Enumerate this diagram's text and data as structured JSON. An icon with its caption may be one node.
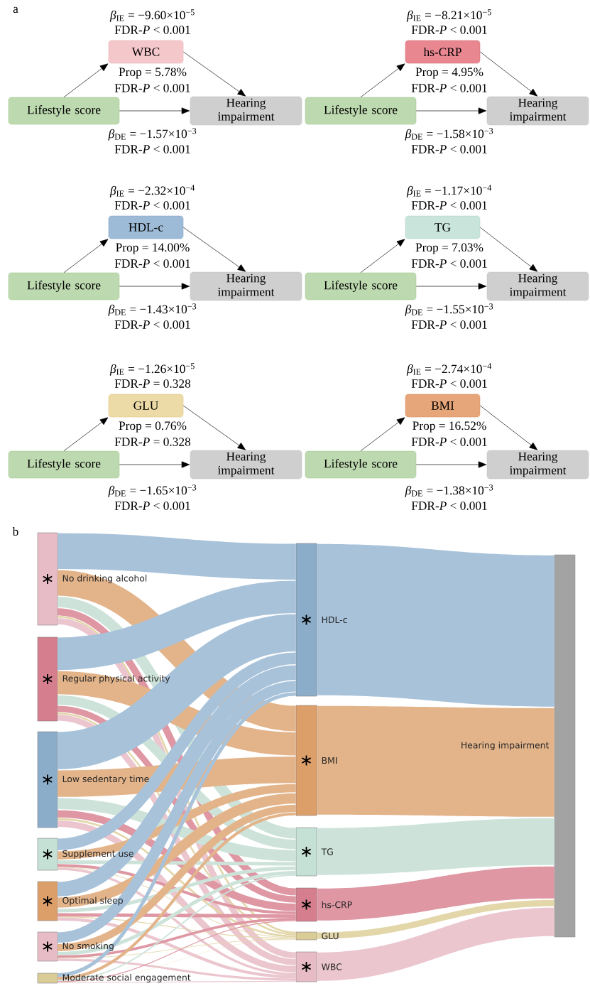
{
  "diagram": {
    "nodes": [
      {
        "text": [
          "Lifestyle score"
        ]
      },
      {
        "text": [
          "WBC"
        ]
      },
      {
        "text": [
          "Hearing impairment"
        ]
      },
      {
        "text": [
          "Lifestyle score"
        ]
      },
      {
        "text": [
          "hs-CRP"
        ]
      },
      {
        "text": [
          "Hearing impairment"
        ]
      },
      {
        "text": [
          "Lifestyle score"
        ]
      },
      {
        "text": [
          "HDL-c"
        ]
      },
      {
        "text": [
          "Hearing impairment"
        ]
      },
      {
        "text": [
          "Lifestyle score"
        ]
      },
      {
        "text": [
          "TG"
        ]
      },
      {
        "text": [
          "Hearing impairment"
        ]
      },
      {
        "text": [
          "Lifestyle score"
        ]
      },
      {
        "text": [
          "GLU"
        ]
      },
      {
        "text": [
          "Hearing impairment"
        ]
      },
      {
        "text": [
          "Lifestyle score"
        ]
      },
      {
        "text": [
          "BMI"
        ]
      },
      {
        "text": [
          "Hearing impairment"
        ]
      },
      {
        "text": [
          "∗"
        ],
        "beside": [
          "No drinking alcohol"
        ]
      },
      {
        "text": [
          "∗"
        ],
        "beside": [
          "Regular physical activity"
        ]
      },
      {
        "text": [
          "∗"
        ],
        "beside": [
          "Low sedentary time"
        ]
      },
      {
        "text": [
          "∗"
        ],
        "beside": [
          "Supplement use"
        ]
      },
      {
        "text": [
          "∗"
        ],
        "beside": [
          "Optimal sleep"
        ]
      },
      {
        "text": [
          "∗"
        ],
        "beside": [
          "No smoking"
        ]
      },
      {
        "text": [],
        "shape": "bar",
        "beside": [
          "Moderate social engagement"
        ]
      },
      {
        "text": [
          "∗"
        ],
        "beside": [
          "HDL-c"
        ]
      },
      {
        "text": [
          "∗"
        ],
        "beside": [
          "BMI"
        ]
      },
      {
        "text": [
          "∗"
        ],
        "beside": [
          "TG"
        ]
      },
      {
        "text": [
          "∗"
        ],
        "beside": [
          "hs-CRP"
        ]
      },
      {
        "text": [],
        "shape": "bar",
        "beside": [
          "GLU"
        ]
      },
      {
        "text": [
          "∗"
        ],
        "beside": [
          "WBC"
        ]
      },
      {
        "text": [],
        "shape": "bar",
        "beside": [
          "Hearing impairment"
        ]
      }
    ],
    "edges": [
      {
        "from": 0,
        "to": 1,
        "arrow": "to"
      },
      {
        "from": 1,
        "to": 2,
        "arrow": "to"
      },
      {
        "from": 0,
        "to": 2,
        "arrow": "to"
      },
      {
        "from": 3,
        "to": 4,
        "arrow": "to"
      },
      {
        "from": 4,
        "to": 5,
        "arrow": "to"
      },
      {
        "from": 3,
        "to": 5,
        "arrow": "to"
      },
      {
        "from": 6,
        "to": 7,
        "arrow": "to"
      },
      {
        "from": 7,
        "to": 8,
        "arrow": "to"
      },
      {
        "from": 6,
        "to": 8,
        "arrow": "to"
      },
      {
        "from": 9,
        "to": 10,
        "arrow": "to"
      },
      {
        "from": 10,
        "to": 11,
        "arrow": "to"
      },
      {
        "from": 9,
        "to": 11,
        "arrow": "to"
      },
      {
        "from": 12,
        "to": 13,
        "arrow": "to"
      },
      {
        "from": 13,
        "to": 14,
        "arrow": "to"
      },
      {
        "from": 12,
        "to": 14,
        "arrow": "to"
      },
      {
        "from": 15,
        "to": 16,
        "arrow": "to"
      },
      {
        "from": 16,
        "to": 17,
        "arrow": "to"
      },
      {
        "from": 15,
        "to": 17,
        "arrow": "to"
      },
      {
        "from": 18,
        "to": 25,
        "arrow": "none",
        "style": "thick",
        "color": "#a8c2da"
      },
      {
        "from": 18,
        "to": 26,
        "arrow": "none",
        "style": "thick",
        "color": "#e3b48a"
      },
      {
        "from": 18,
        "to": 27,
        "arrow": "none",
        "style": "thick",
        "color": "#cde3da"
      },
      {
        "from": 18,
        "to": 28,
        "arrow": "none",
        "style": "thick",
        "color": "#de97a3"
      },
      {
        "from": 18,
        "to": 29,
        "arrow": "none",
        "color": "#e3d6a9"
      },
      {
        "from": 18,
        "to": 30,
        "arrow": "none",
        "style": "thick",
        "color": "#ebc6cf"
      },
      {
        "from": 19,
        "to": 25,
        "arrow": "none",
        "style": "thick",
        "color": "#a8c2da"
      },
      {
        "from": 19,
        "to": 26,
        "arrow": "none",
        "style": "thick",
        "color": "#e3b48a"
      },
      {
        "from": 19,
        "to": 27,
        "arrow": "none",
        "style": "thick",
        "color": "#cde3da"
      },
      {
        "from": 19,
        "to": 28,
        "arrow": "none",
        "style": "thick",
        "color": "#de97a3"
      },
      {
        "from": 19,
        "to": 29,
        "arrow": "none",
        "color": "#e3d6a9"
      },
      {
        "from": 19,
        "to": 30,
        "arrow": "none",
        "style": "thick",
        "color": "#ebc6cf"
      },
      {
        "from": 20,
        "to": 25,
        "arrow": "none",
        "style": "thick",
        "color": "#a8c2da"
      },
      {
        "from": 20,
        "to": 26,
        "arrow": "none",
        "style": "thick",
        "color": "#e3b48a"
      },
      {
        "from": 20,
        "to": 27,
        "arrow": "none",
        "style": "thick",
        "color": "#cde3da"
      },
      {
        "from": 20,
        "to": 28,
        "arrow": "none",
        "style": "thick",
        "color": "#de97a3"
      },
      {
        "from": 20,
        "to": 29,
        "arrow": "none",
        "color": "#e3d6a9"
      },
      {
        "from": 20,
        "to": 30,
        "arrow": "none",
        "style": "thick",
        "color": "#ebc6cf"
      },
      {
        "from": 21,
        "to": 25,
        "arrow": "none",
        "style": "thick",
        "color": "#a8c2da"
      },
      {
        "from": 21,
        "to": 26,
        "arrow": "none",
        "style": "thick",
        "color": "#e3b48a"
      },
      {
        "from": 21,
        "to": 27,
        "arrow": "none",
        "color": "#cde3da"
      },
      {
        "from": 21,
        "to": 28,
        "arrow": "none",
        "color": "#de97a3"
      },
      {
        "from": 21,
        "to": 29,
        "arrow": "none",
        "color": "#e3d6a9"
      },
      {
        "from": 21,
        "to": 30,
        "arrow": "none",
        "color": "#ebc6cf"
      },
      {
        "from": 22,
        "to": 25,
        "arrow": "none",
        "style": "thick",
        "color": "#a8c2da"
      },
      {
        "from": 22,
        "to": 26,
        "arrow": "none",
        "style": "thick",
        "color": "#e3b48a"
      },
      {
        "from": 22,
        "to": 27,
        "arrow": "none",
        "color": "#cde3da"
      },
      {
        "from": 22,
        "to": 28,
        "arrow": "none",
        "color": "#de97a3"
      },
      {
        "from": 22,
        "to": 29,
        "arrow": "none",
        "color": "#e3d6a9"
      },
      {
        "from": 22,
        "to": 30,
        "arrow": "none",
        "color": "#ebc6cf"
      },
      {
        "from": 23,
        "to": 25,
        "arrow": "none",
        "style": "thick",
        "color": "#a8c2da"
      },
      {
        "from": 23,
        "to": 26,
        "arrow": "none",
        "style": "thick",
        "color": "#e3b48a"
      },
      {
        "from": 23,
        "to": 27,
        "arrow": "none",
        "color": "#cde3da"
      },
      {
        "from": 23,
        "to": 28,
        "arrow": "none",
        "color": "#de97a3"
      },
      {
        "from": 23,
        "to": 29,
        "arrow": "none",
        "color": "#e3d6a9"
      },
      {
        "from": 23,
        "to": 30,
        "arrow": "none",
        "color": "#ebc6cf"
      },
      {
        "from": 24,
        "to": 25,
        "arrow": "none",
        "color": "#a8c2da"
      },
      {
        "from": 24,
        "to": 26,
        "arrow": "none",
        "color": "#e3b48a"
      },
      {
        "from": 24,
        "to": 27,
        "arrow": "none",
        "color": "#cde3da"
      },
      {
        "from": 24,
        "to": 28,
        "arrow": "none",
        "color": "#de97a3"
      },
      {
        "from": 24,
        "to": 29,
        "arrow": "none",
        "color": "#e3d6a9"
      },
      {
        "from": 24,
        "to": 30,
        "arrow": "none",
        "color": "#ebc6cf"
      },
      {
        "from": 25,
        "to": 31,
        "arrow": "none",
        "style": "thick",
        "color": "#a8c2da"
      },
      {
        "from": 26,
        "to": 31,
        "arrow": "none",
        "style": "thick",
        "color": "#e3b48a"
      },
      {
        "from": 27,
        "to": 31,
        "arrow": "none",
        "style": "thick",
        "color": "#cde3da"
      },
      {
        "from": 28,
        "to": 31,
        "arrow": "none",
        "style": "thick",
        "color": "#de97a3"
      },
      {
        "from": 29,
        "to": 31,
        "arrow": "none",
        "style": "thick",
        "color": "#e3d6a9"
      },
      {
        "from": 30,
        "to": 31,
        "arrow": "none",
        "style": "thick",
        "color": "#ebc6cf"
      }
    ],
    "labels": [
      "a",
      "*β*$_{IE}$ = −9.60×10$^{−5}$",
      "FDR-*P* < 0.001",
      "Prop = 5.78%",
      "FDR-*P* < 0.001",
      "*β*$_{DE}$ = −1.57×10$^{−3}$",
      "FDR-*P* < 0.001",
      "*β*$_{IE}$ = −8.21×10$^{−5}$",
      "FDR-*P* < 0.001",
      "Prop = 4.95%",
      "FDR-*P* < 0.001",
      "*β*$_{DE}$ = −1.58×10$^{−3}$",
      "FDR-*P* < 0.001",
      "*β*$_{IE}$ = −2.32×10$^{−4}$",
      "FDR-*P* < 0.001",
      "Prop = 14.00%",
      "FDR-*P* < 0.001",
      "*β*$_{DE}$ = −1.43×10$^{−3}$",
      "FDR-*P* < 0.001",
      "*β*$_{IE}$ = −1.17×10$^{−4}$",
      "FDR-*P* < 0.001",
      "Prop = 7.03%",
      "FDR-*P* < 0.001",
      "*β*$_{DE}$ = −1.55×10$^{−3}$",
      "FDR-*P* < 0.001",
      "*β*$_{IE}$ = −1.26×10$^{−5}$",
      "FDR-*P* = 0.328",
      "Prop = 0.76%",
      "FDR-*P* = 0.328",
      "*β*$_{DE}$ = −1.65×10$^{−3}$",
      "FDR-*P* < 0.001",
      "*β*$_{IE}$ = −2.74×10$^{−4}$",
      "FDR-*P* < 0.001",
      "Prop = 16.52%",
      "FDR-*P* < 0.001",
      "*β*$_{DE}$ = −1.38×10$^{−3}$",
      "FDR-*P* < 0.001",
      "b"
    ]
  }
}
